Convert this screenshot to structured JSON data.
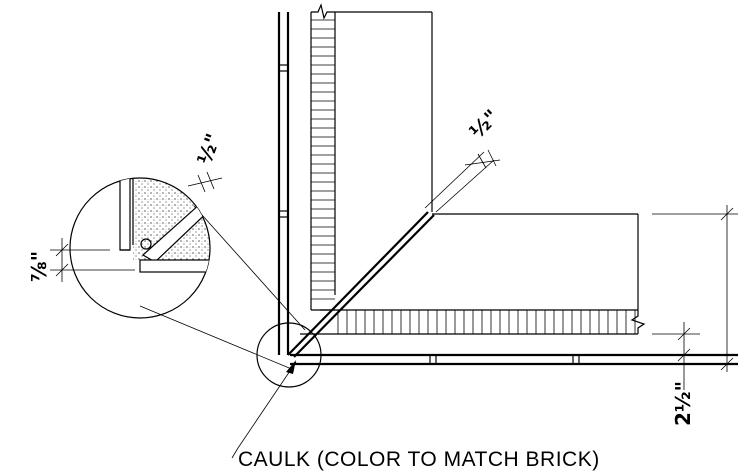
{
  "dimensions": {
    "detail_joint_width": "½\"",
    "corner_joint_width": "½\"",
    "detail_depth": "⅞\"",
    "return_offset": "2½\""
  },
  "notes": {
    "caulk": "CAULK (COLOR TO MATCH BRICK)"
  }
}
